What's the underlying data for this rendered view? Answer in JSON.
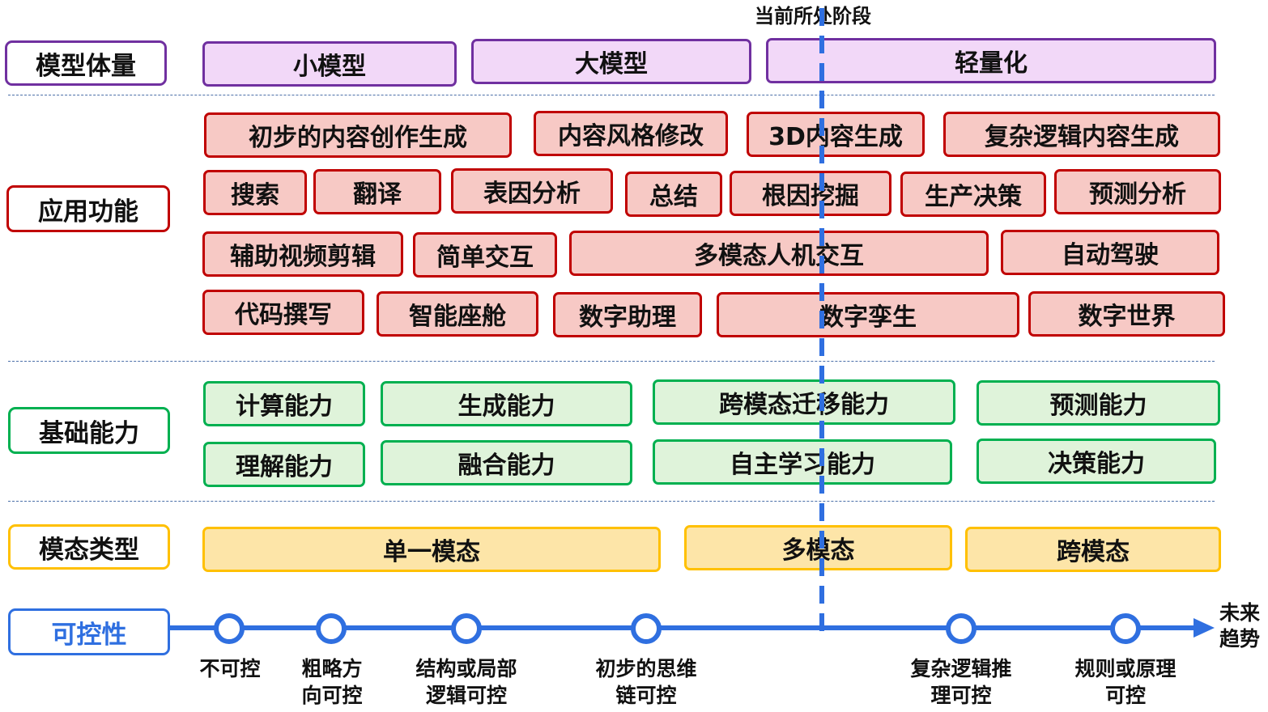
{
  "stage_label": "当前所处阶段",
  "categories": {
    "model_size": "模型体量",
    "application": "应用功能",
    "basic": "基础能力",
    "modality": "模态类型",
    "controllability": "可控性"
  },
  "model_size": [
    "小模型",
    "大模型",
    "轻量化"
  ],
  "application": {
    "row1": [
      "初步的内容创作生成",
      "内容风格修改",
      "3D内容生成",
      "复杂逻辑内容生成"
    ],
    "row2": [
      "搜索",
      "翻译",
      "表因分析",
      "总结",
      "根因挖掘",
      "生产决策",
      "预测分析"
    ],
    "row3": [
      "辅助视频剪辑",
      "简单交互",
      "多模态人机交互",
      "自动驾驶"
    ],
    "row4": [
      "代码撰写",
      "智能座舱",
      "数字助理",
      "数字孪生",
      "数字世界"
    ]
  },
  "basic": {
    "row1": [
      "计算能力",
      "生成能力",
      "跨模态迁移能力",
      "预测能力"
    ],
    "row2": [
      "理解能力",
      "融合能力",
      "自主学习能力",
      "决策能力"
    ]
  },
  "modality": [
    "单一模态",
    "多模态",
    "跨模态"
  ],
  "controllability": {
    "nodes": [
      {
        "line1": "不可控",
        "line2": ""
      },
      {
        "line1": "粗略方",
        "line2": "向可控"
      },
      {
        "line1": "结构或局部",
        "line2": "逻辑可控"
      },
      {
        "line1": "初步的思维",
        "line2": "链可控"
      },
      {
        "line1": "复杂逻辑推",
        "line2": "理可控"
      },
      {
        "line1": "规则或原理",
        "line2": "可控"
      }
    ],
    "future_line1": "未来",
    "future_line2": "趋势"
  },
  "colors": {
    "purple": "#7030a0",
    "red": "#c00000",
    "green": "#00b050",
    "yellow": "#ffc000",
    "blue": "#2f6fe0"
  }
}
